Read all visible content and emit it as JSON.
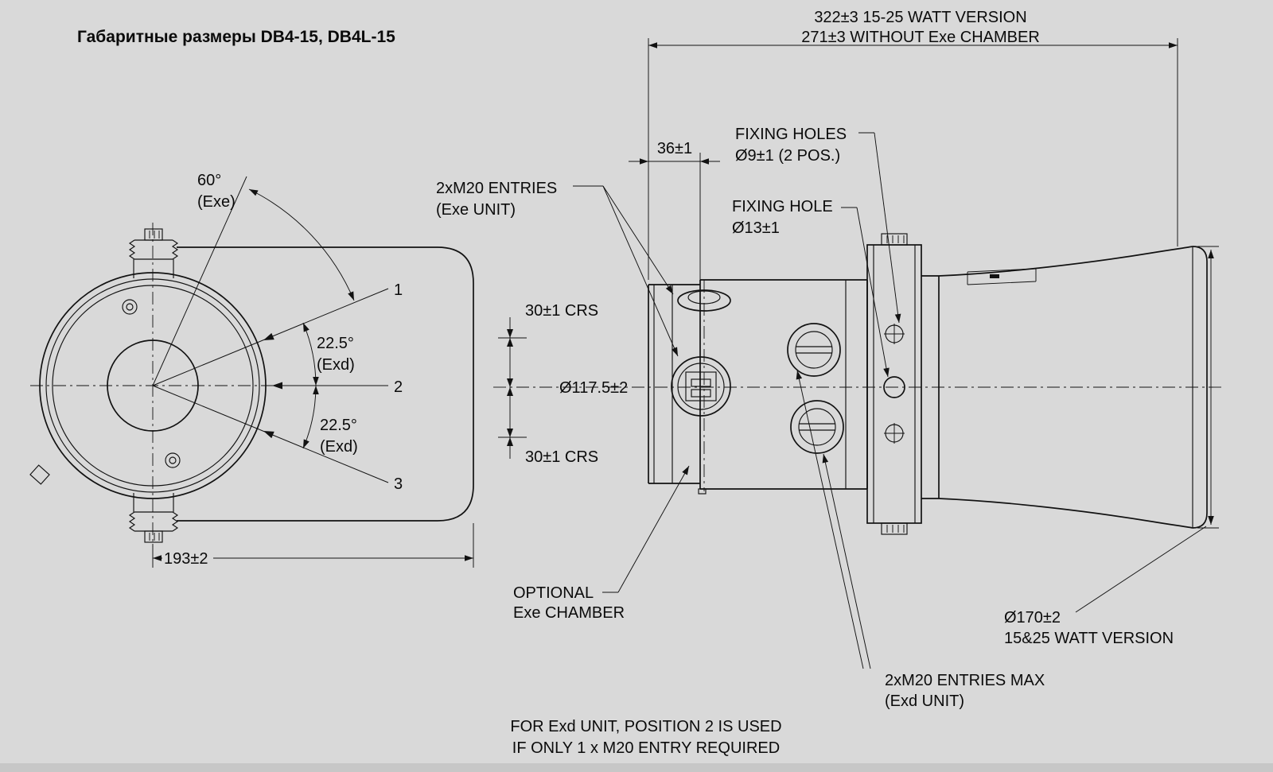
{
  "title": "Габаритные размеры DB4-15, DB4L-15",
  "front_view": {
    "angle60": "60°",
    "angle60_unit": "(Exe)",
    "pos1": "1",
    "pos2": "2",
    "pos3": "3",
    "angle_top": "22.5°",
    "angle_top_unit": "(Exd)",
    "angle_bottom": "22.5°",
    "angle_bottom_unit": "(Exd)",
    "width": "193±2"
  },
  "side_view": {
    "dim_overall_1": "322±3  15-25 WATT VERSION",
    "dim_overall_2": "271±3  WITHOUT Exe CHAMBER",
    "dim_chamber": "36±1",
    "fixing_holes_1": "FIXING HOLES",
    "fixing_holes_2": "Ø9±1 (2 POS.)",
    "entries_exe_1": "2xM20 ENTRIES",
    "entries_exe_2": "(Exe UNIT)",
    "fixing_hole_1": "FIXING HOLE",
    "fixing_hole_2": "Ø13±1",
    "crs_top": "30±1 CRS",
    "dia_body": "Ø117.5±2",
    "crs_bottom": "30±1 CRS",
    "optional_1": "OPTIONAL",
    "optional_2": "Exe CHAMBER",
    "dia_horn_1": "Ø170±2",
    "dia_horn_2": "15&25 WATT VERSION",
    "entries_exd_1": "2xM20 ENTRIES MAX",
    "entries_exd_2": "(Exd UNIT)",
    "note_1": "FOR Exd UNIT, POSITION 2 IS USED",
    "note_2": "IF ONLY 1 x M20 ENTRY REQUIRED"
  }
}
